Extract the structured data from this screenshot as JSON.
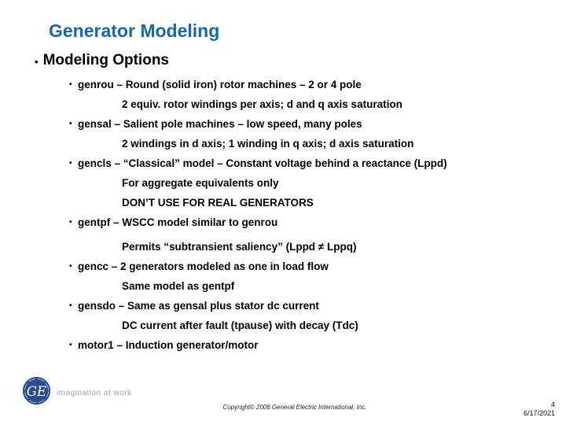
{
  "slide": {
    "title": "Generator Modeling",
    "section_bullet": "Modeling Options"
  },
  "list": {
    "lines": [
      {
        "type": "bullet",
        "text": "genrou – Round (solid iron) rotor machines – 2 or 4 pole"
      },
      {
        "type": "continuation",
        "text": "2 equiv. rotor windings per axis; d and q axis saturation"
      },
      {
        "type": "bullet",
        "text": "gensal – Salient pole machines – low speed, many poles"
      },
      {
        "type": "continuation",
        "text": "2 windings in d axis; 1 winding in q axis; d axis saturation"
      },
      {
        "type": "bullet",
        "text": "gencls – “Classical” model – Constant voltage behind a reactance (Lppd)"
      },
      {
        "type": "continuation",
        "text": "For aggregate equivalents only"
      },
      {
        "type": "continuation",
        "text": "DON’T USE FOR REAL GENERATORS"
      },
      {
        "type": "bullet",
        "text": "gentpf – WSCC model similar to genrou"
      },
      {
        "type": "continuation",
        "gap_before": true,
        "text": "Permits “subtransient saliency” (Lppd ≠ Lppq)"
      },
      {
        "type": "bullet",
        "text": "gencc – 2 generators modeled as one in load flow"
      },
      {
        "type": "continuation",
        "text": "Same model as gentpf"
      },
      {
        "type": "bullet",
        "text": "gensdo – Same as gensal plus stator dc current"
      },
      {
        "type": "continuation",
        "text": "DC current after fault (tpause) with decay (Tdc)"
      },
      {
        "type": "bullet",
        "text": "motor1 – Induction generator/motor"
      }
    ]
  },
  "footer": {
    "logo_monogram": "GE",
    "tagline": "imagination at work",
    "copyright": "Copyright© 2006 General Electric International, Inc.",
    "page_number": "4",
    "date": "6/17/2021"
  },
  "colors": {
    "title_blue": "#1668b3",
    "logo_navy": "#2a4b8d",
    "tagline_gray": "#9aa6b6",
    "background": "#ffffff"
  }
}
